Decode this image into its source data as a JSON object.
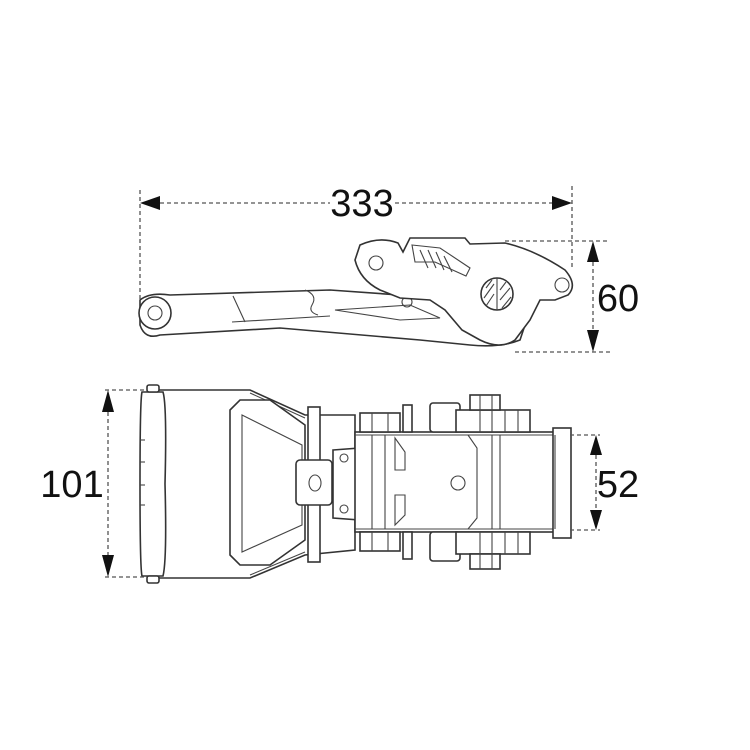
{
  "diagram": {
    "title": "",
    "subject": "ratchet buckle",
    "views": [
      {
        "name": "side-view",
        "description": "Ratchet buckle side profile with handle and spool"
      },
      {
        "name": "top-view",
        "description": "Ratchet buckle top profile with frame and strap slot"
      }
    ],
    "dimensions": {
      "overall_length": "333",
      "side_height": "60",
      "overall_width": "101",
      "strap_width": "52"
    }
  }
}
